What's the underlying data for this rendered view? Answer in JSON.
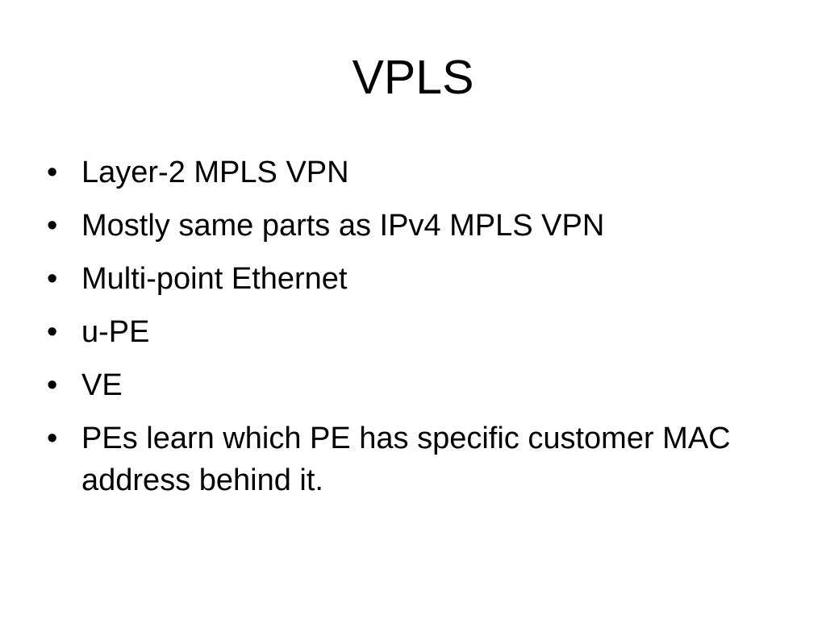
{
  "slide": {
    "title": "VPLS",
    "bullets": [
      "Layer-2 MPLS VPN",
      "Mostly same parts as IPv4 MPLS VPN",
      "Multi-point Ethernet",
      "u-PE",
      "VE",
      "PEs learn which PE has specific customer MAC address behind it."
    ],
    "bullet_symbol": "•"
  }
}
